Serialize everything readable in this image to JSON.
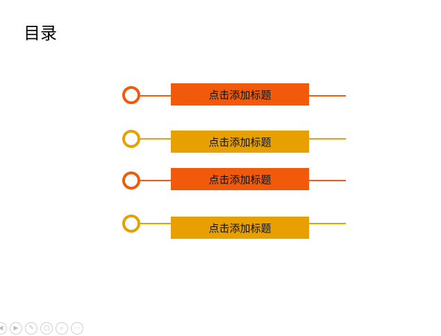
{
  "slide": {
    "title": "目录",
    "colors": {
      "orange": "#f05a0a",
      "gold": "#e8a000"
    },
    "items": [
      {
        "label": "点击添加标题",
        "color": "orange"
      },
      {
        "label": "点击添加标题",
        "color": "gold"
      },
      {
        "label": "点击添加标题",
        "color": "orange"
      },
      {
        "label": "点击添加标题",
        "color": "gold"
      }
    ]
  },
  "toolbar": {
    "buttons": [
      {
        "name": "previous-icon",
        "glyph": "◀"
      },
      {
        "name": "play-icon",
        "glyph": "▶"
      },
      {
        "name": "pen-icon",
        "glyph": "✎"
      },
      {
        "name": "slides-icon",
        "glyph": "▢"
      },
      {
        "name": "zoom-icon",
        "glyph": "⌕"
      },
      {
        "name": "more-icon",
        "glyph": "⋯"
      }
    ]
  }
}
